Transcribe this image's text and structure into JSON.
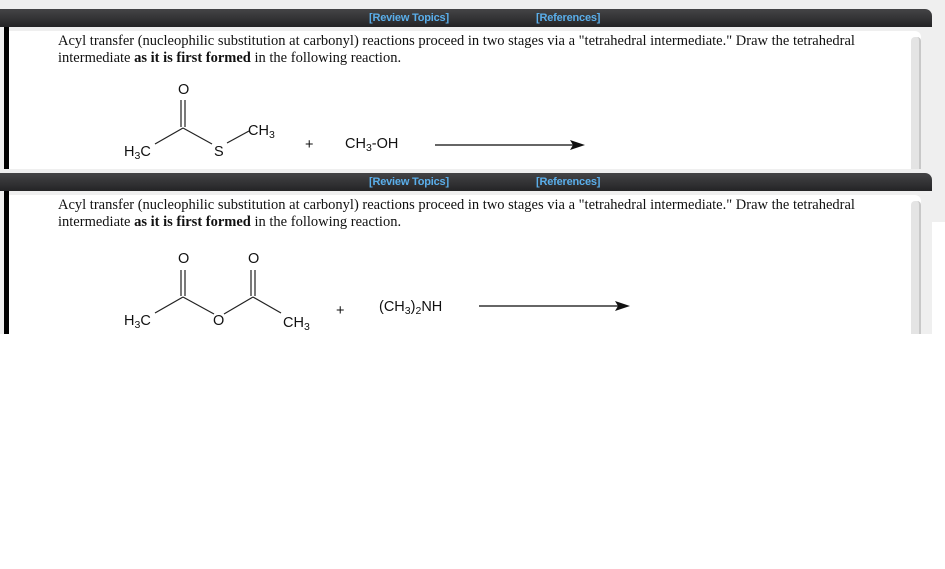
{
  "panels": [
    {
      "header": {
        "review_topics": "[Review Topics]",
        "references": "[References]"
      },
      "question": {
        "part1": "Acyl transfer (nucleophilic substitution at carbonyl) reactions proceed in two stages via a \"tetrahedral intermediate.\" Draw the tetrahedral intermediate ",
        "bold": "as it is first formed",
        "part2": " in the following reaction."
      },
      "reaction": {
        "reactant1": {
          "name": "S-methyl thioacetate",
          "left_group": "H3C",
          "heteroatom": "S",
          "right_group": "CH3",
          "carbonyl_O": "O"
        },
        "plus": "+",
        "reactant2": "CH3-OH",
        "arrow": "right-arrow"
      }
    },
    {
      "header": {
        "review_topics": "[Review Topics]",
        "references": "[References]"
      },
      "question": {
        "part1": "Acyl transfer (nucleophilic substitution at carbonyl) reactions proceed in two stages via a \"tetrahedral intermediate.\" Draw the tetrahedral intermediate ",
        "bold": "as it is first formed",
        "part2": " in the following reaction."
      },
      "reaction": {
        "reactant1": {
          "name": "acetic anhydride",
          "left_group": "H3C",
          "bridge": "O",
          "right_group": "CH3",
          "carbonyl_O": "O"
        },
        "plus": "+",
        "reactant2": "(CH3)2NH",
        "arrow": "right-arrow"
      }
    }
  ],
  "colors": {
    "header_bg": "#2e2e30",
    "link": "#5aaeea",
    "panel_bg": "#efefef"
  }
}
